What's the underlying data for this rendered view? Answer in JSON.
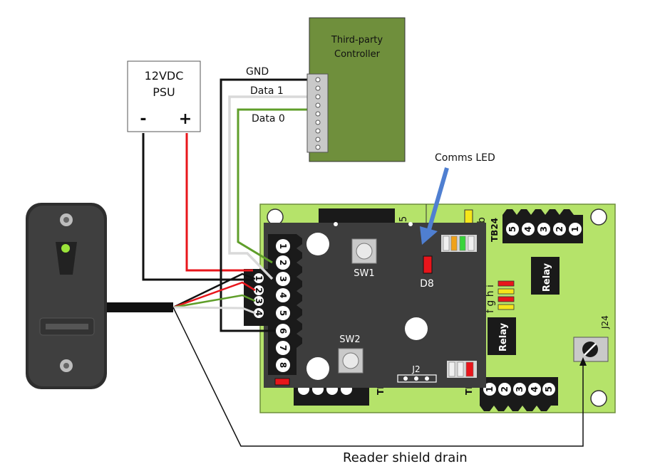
{
  "psu": {
    "title_line1": "12VDC",
    "title_line2": "PSU",
    "minus": "-",
    "plus": "+"
  },
  "controller": {
    "title_line1": "Third-party",
    "title_line2": "Controller"
  },
  "wires": {
    "gnd": "GND",
    "data1": "Data 1",
    "data0": "Data 0"
  },
  "comms_led": "Comms LED",
  "d8": "D8",
  "sw1": "SW1",
  "sw2": "SW2",
  "j2": "J2",
  "j24": "J24",
  "tb24": "TB24",
  "tb_partial": "TB",
  "relay1": "Relay",
  "relay2": "Relay",
  "fghi": "f g h i",
  "b_label": "b",
  "five_label": "5",
  "shield_drain": "Reader shield drain",
  "terminal_left_pins": [
    "1",
    "2",
    "3",
    "4",
    "5",
    "6",
    "7",
    "8"
  ],
  "terminal_mid_pins": [
    "1",
    "2",
    "3",
    "4"
  ],
  "tb24_pins": [
    "5",
    "4",
    "3",
    "2",
    "1"
  ],
  "bottom_right_pins": [
    "1",
    "2",
    "3",
    "4",
    "5"
  ],
  "colors": {
    "board": "#b5e36a",
    "daughter": "#3d3d3d",
    "controller": "#6f8f3c",
    "arrow": "#4f7fd1",
    "red_wire": "#e8151b",
    "green_wire": "#5f9e2a"
  }
}
